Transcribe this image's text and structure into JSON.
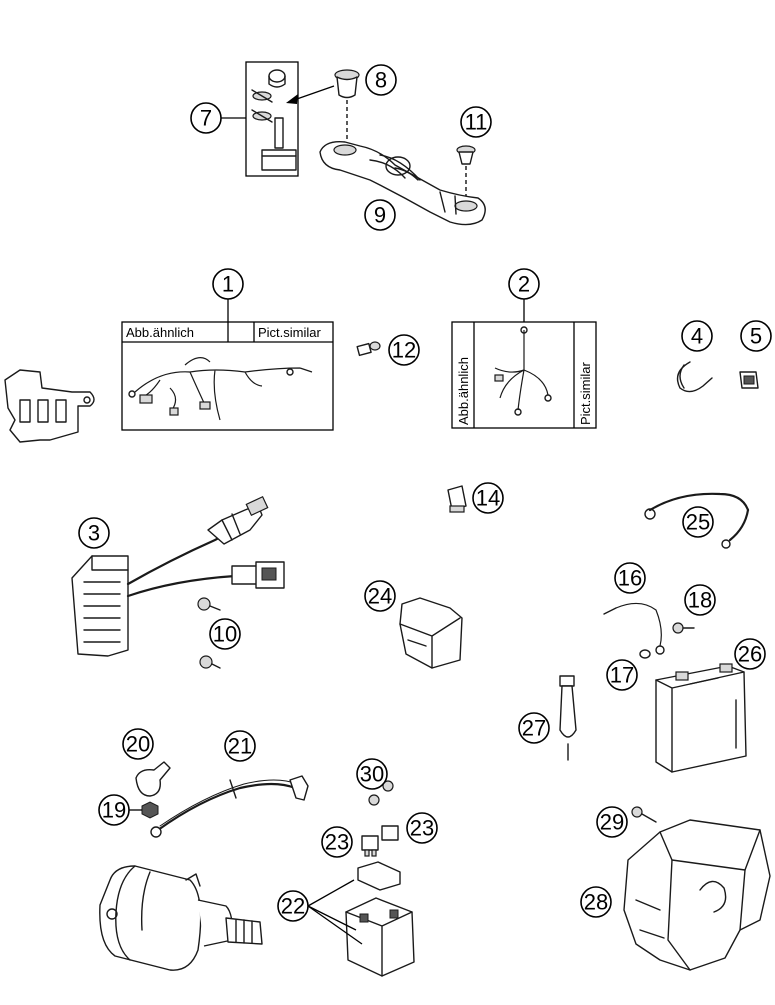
{
  "callouts": [
    {
      "id": "1"
    },
    {
      "id": "2"
    },
    {
      "id": "3"
    },
    {
      "id": "4"
    },
    {
      "id": "5"
    },
    {
      "id": "7"
    },
    {
      "id": "8"
    },
    {
      "id": "9"
    },
    {
      "id": "10"
    },
    {
      "id": "11"
    },
    {
      "id": "12"
    },
    {
      "id": "14"
    },
    {
      "id": "16"
    },
    {
      "id": "17"
    },
    {
      "id": "18"
    },
    {
      "id": "19"
    },
    {
      "id": "20"
    },
    {
      "id": "21"
    },
    {
      "id": "22"
    },
    {
      "id": "23"
    },
    {
      "id": "23"
    },
    {
      "id": "24"
    },
    {
      "id": "25"
    },
    {
      "id": "26"
    },
    {
      "id": "27"
    },
    {
      "id": "28"
    },
    {
      "id": "29"
    },
    {
      "id": "30"
    }
  ],
  "labels": {
    "abb_aehnlich": "Abb.ähnlich",
    "pict_similar": "Pict.similar"
  }
}
